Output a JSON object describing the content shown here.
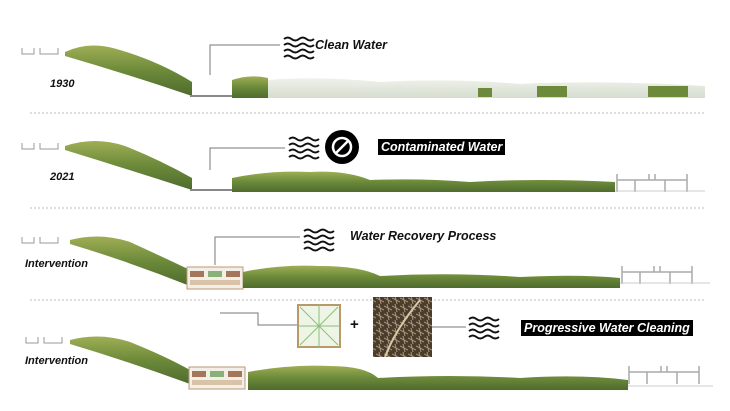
{
  "rows": [
    {
      "label": "1930",
      "caption": "Clean Water",
      "caption_style": "plain"
    },
    {
      "label": "2021",
      "caption": "Contaminated Water",
      "caption_style": "boxed"
    },
    {
      "label": "Intervention",
      "caption": "Water Recovery Process",
      "caption_style": "plain"
    },
    {
      "label": "Intervention",
      "caption": "Progressive Water Cleaning",
      "caption_style": "boxed"
    }
  ],
  "row4_operator": "+",
  "icons": [
    "water-waves-icon",
    "prohibited-icon",
    "wetland-module-icon",
    "root-system-photo"
  ],
  "colors": {
    "vegetation": "#6f8f3a",
    "vegetation_light": "#b7c27a",
    "faded_vegetation": "#dde3d6",
    "ink": "#111111",
    "structure": "#9a9a9a"
  }
}
